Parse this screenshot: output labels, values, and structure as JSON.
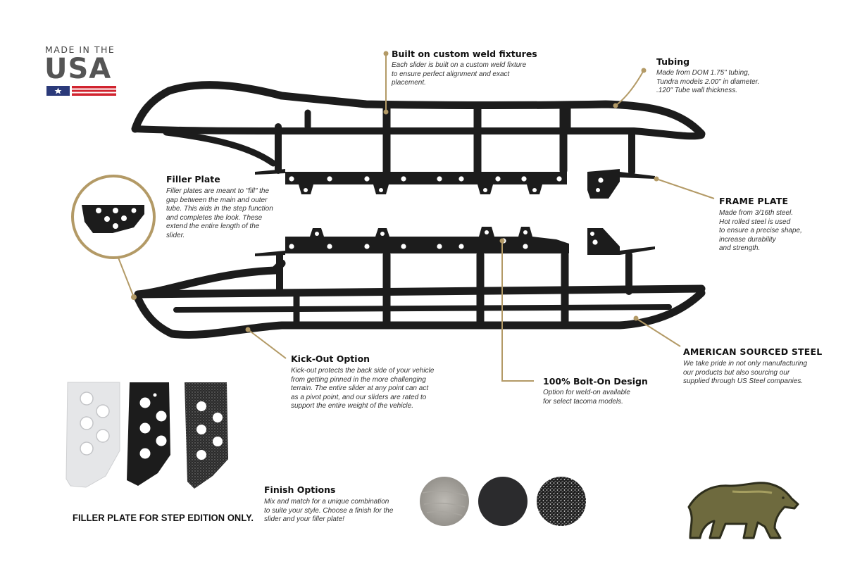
{
  "badge": {
    "top_text": "MADE IN THE",
    "big_text": "USA",
    "flag_colors": {
      "blue": "#2b3a7a",
      "red": "#d1242f"
    }
  },
  "annotations": {
    "weld": {
      "title": "Built on custom weld fixtures",
      "lines": [
        "Each slider is built on a custom weld fixture",
        "to ensure perfect alignment and exact",
        "placement."
      ]
    },
    "tubing": {
      "title": "Tubing",
      "lines": [
        "Made from DOM 1.75\" tubing,",
        "Tundra models 2.00\" in diameter.",
        ".120\" Tube wall thickness."
      ]
    },
    "filler": {
      "title": "Filler Plate",
      "lines": [
        "Filler plates are meant to \"fill\" the",
        "gap between the main and outer",
        "tube. This aids in the step function",
        "and completes the look. These",
        "extend the entire length of the",
        "slider."
      ]
    },
    "frame": {
      "title": "FRAME PLATE",
      "lines": [
        "Made from 3/16th steel.",
        "Hot rolled steel is used",
        "to ensure a precise shape,",
        "increase durability",
        "and strength."
      ]
    },
    "steel": {
      "title": "AMERICAN SOURCED STEEL",
      "lines": [
        "We take pride in not only manufacturing",
        "our products but also sourcing our",
        "supplied through US Steel companies."
      ]
    },
    "kickout": {
      "title": "Kick-Out Option",
      "lines": [
        "Kick-out protects the back side of your vehicle",
        "from getting pinned in the more challenging",
        "terrain. The entire slider at any point can act",
        "as a pivot point, and our sliders are rated to",
        "support the entire weight of the vehicle."
      ]
    },
    "bolton": {
      "title": "100% Bolt-On Design",
      "lines": [
        "Option for weld-on available",
        "for select tacoma models."
      ]
    },
    "finish": {
      "title": "Finish Options",
      "lines": [
        "Mix and match for a unique combination",
        "to suite your style. Choose a finish for the",
        "slider and your filler plate!"
      ]
    }
  },
  "filler_note": "FILLER PLATE FOR STEP EDITION ONLY.",
  "colors": {
    "accent": "#b39a66",
    "steel": "#1c1c1c",
    "bear_body": "#6e6a3e",
    "bear_dark": "#2e2e1c"
  },
  "icons": [
    "usa-flag-icon",
    "bear-logo-icon",
    "callout-dot-icon"
  ]
}
